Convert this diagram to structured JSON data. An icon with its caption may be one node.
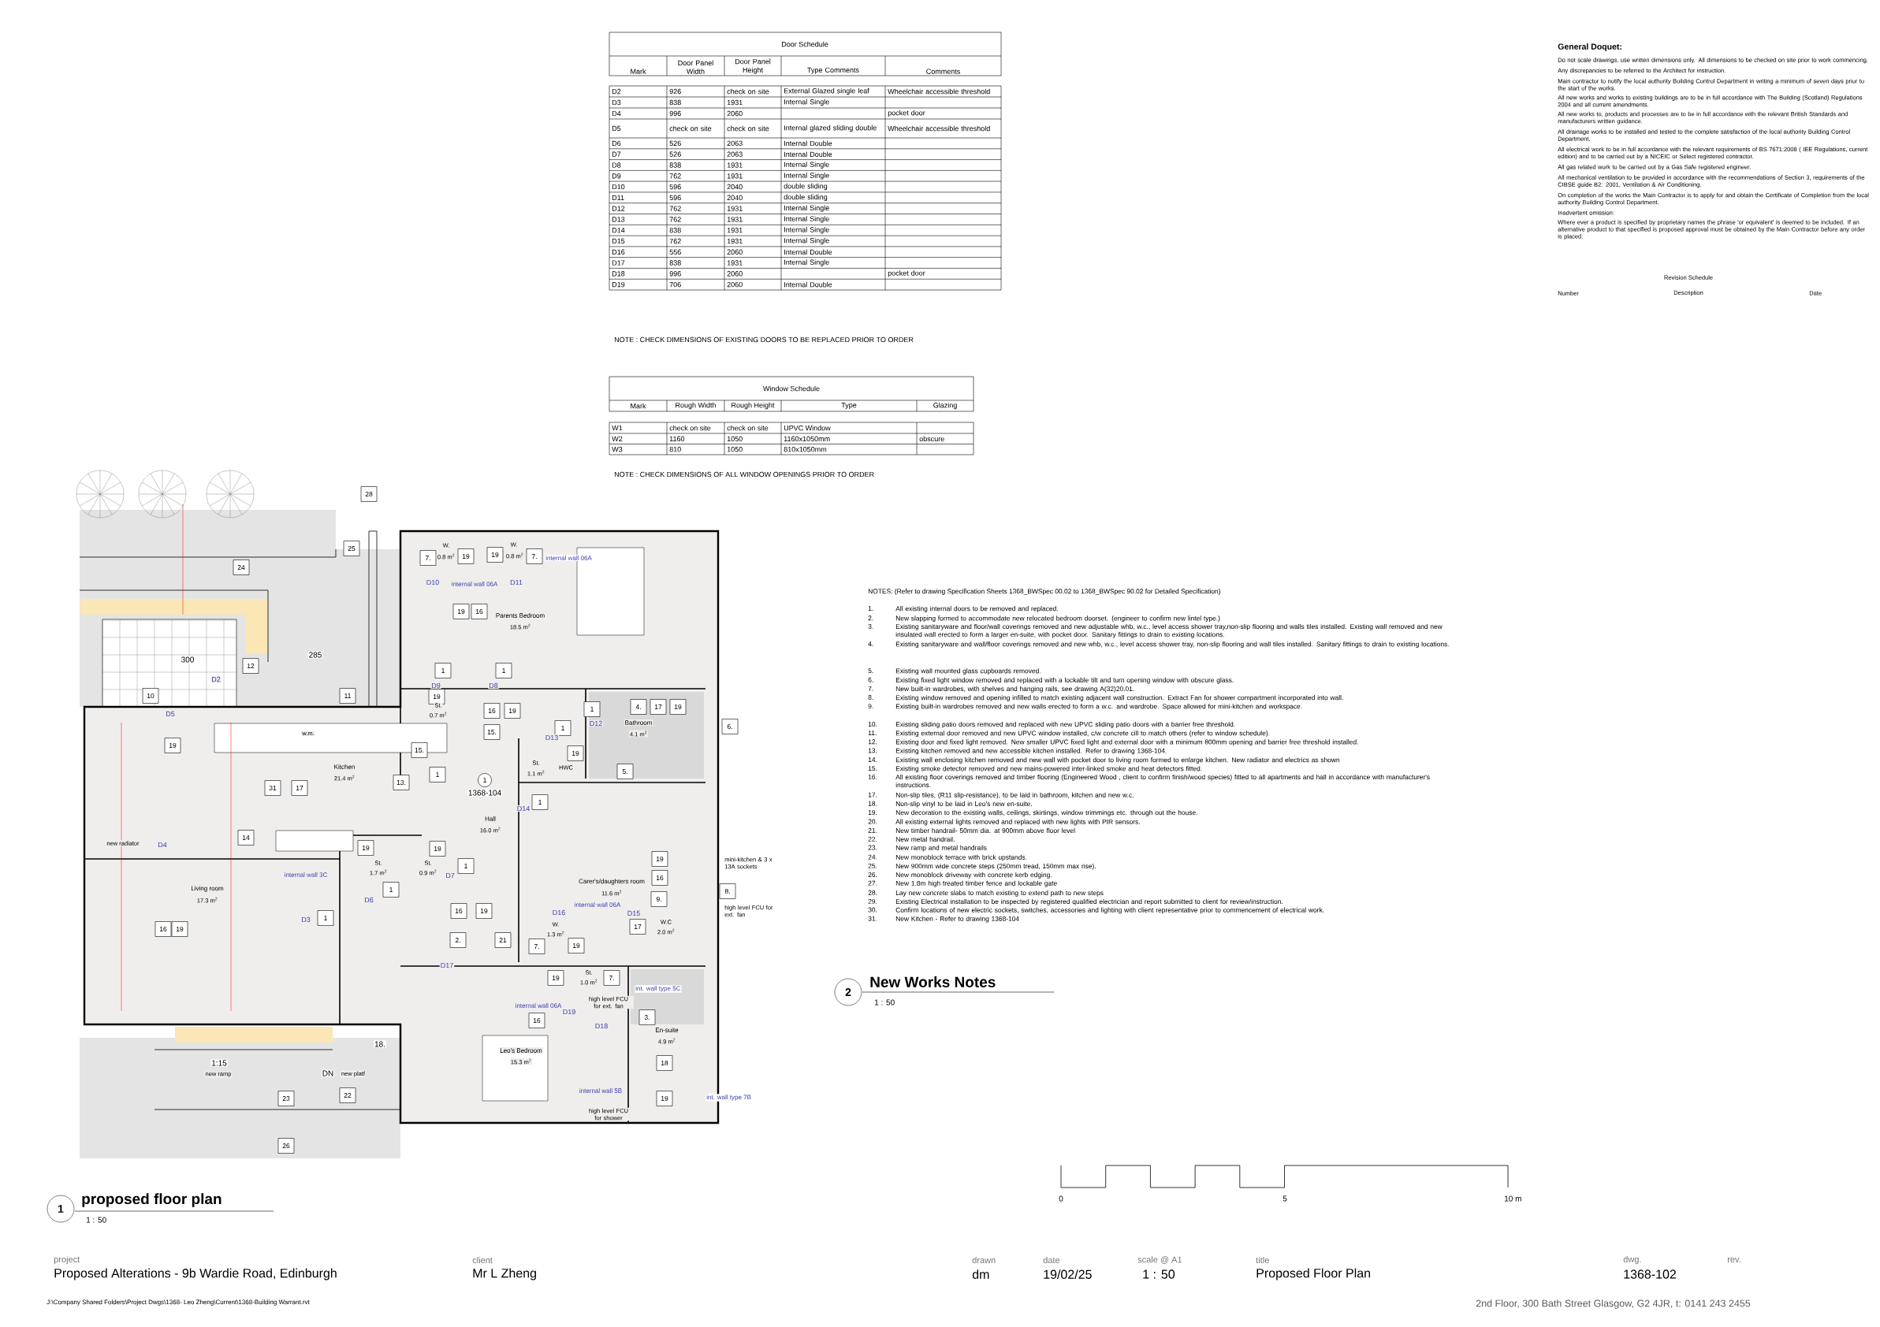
{
  "diagram": {
    "labels": [
      "Door Schedule",
      "Mark",
      "Door Panel Width",
      "Door Panel Height",
      "Type Comments",
      "Comments",
      "D2",
      "926",
      "check on site",
      "External Glazed single leaf",
      "Wheelchair accessible threshold",
      "D3",
      "838",
      "1931",
      "Internal Single",
      "D4",
      "996",
      "2060",
      "pocket door",
      "D5",
      "check on site",
      "check on site",
      "Internal glazed sliding double",
      "Wheelchair accessible threshold",
      "D6",
      "526",
      "2063",
      "Internal Double",
      "D7",
      "526",
      "2063",
      "Internal Double",
      "D8",
      "838",
      "1931",
      "Internal Single",
      "D9",
      "762",
      "1931",
      "Internal Single",
      "D10",
      "596",
      "2040",
      "double sliding",
      "D11",
      "596",
      "2040",
      "double sliding",
      "D12",
      "762",
      "1931",
      "Internal Single",
      "D13",
      "762",
      "1931",
      "Internal Single",
      "D14",
      "838",
      "1931",
      "Internal Single",
      "D15",
      "762",
      "1931",
      "Internal Single",
      "D16",
      "556",
      "2060",
      "Internal Double",
      "D17",
      "838",
      "1931",
      "Internal Single",
      "D18",
      "996",
      "2060",
      "pocket door",
      "D19",
      "706",
      "2060",
      "Internal Double",
      "NOTE : CHECK DIMENSIONS OF EXISTING DOORS TO BE REPLACED PRIOR TO ORDER",
      "Window Schedule",
      "Mark",
      "Rough Width",
      "Rough Height",
      "Type",
      "Glazing",
      "W1",
      "check on site",
      "check on site",
      "UPVC Window",
      "W2",
      "1160",
      "1050",
      "1160x1050mm",
      "obscure",
      "W3",
      "810",
      "1050",
      "810x1050mm",
      "NOTE : CHECK DIMENSIONS OF ALL WINDOW OPENINGS PRIOR TO ORDER",
      "General Doquet:",
      "Do not scale drawings, use written dimensions only. All dimensions to be checked on site prior to work commencing.",
      "Any discrepancies to be referred to the Architect for instruction.",
      "Main contractor to notify the local authority Building Control Department in writing a minimum of seven days prior to the start of the works.",
      "All new works and works to existing buildings are to be in full accordance with The Building (Scotland) Regulations 2004 and all current amendments.",
      "All new works to, products and processes are to be in full accordance with the relevant British Standards and manufacturers written guidance.",
      "All drainage works to be installed and tested to the complete satisfaction of the local authority Building Control Department.",
      "All electrical work to be in full accordance with the relevant requirements of BS 7671:2008 ( IEE Regulations, current edition) and to be carried out by a NICEIC or Select registered contractor.",
      "All gas related work to be carried out by a Gas Safe registered engineer.",
      "All mechanical ventilation to be provided in accordance with the recommendations of Section 3, requirements of the CIBSE guide B2: 2001, Ventilation & Air Conditioning.",
      "On completion of the works the Main Contractor is to apply for and obtain the Certificate of Completion from the local authority Building Control Department.",
      "Inadvertent omission:",
      "Where ever a product is specified by proprietary names the phrase 'or equivalent' is deemed to be included. If an alternative product to that specified is proposed approval must be obtained by the Main Contractor before any order is placed.",
      "Revision Schedule",
      "Number",
      "Description",
      "Date",
      "NOTES:  (Refer to drawing Specification Sheets 1368_BWSpec 00.02  to 1368_BWSpec 90.02 for Detailed Specification)",
      "1.",
      "All existing internal doors to be removed and replaced.",
      "2.",
      "New slapping formed to accommodate new relocated bedroom doorset. (engineer to confirm new lintel type.)",
      "3.",
      "Existing sanitaryware and floor/wall coverings removed and new adjustable whb, w.c., level access shower tray,non-slip flooring and walls tiles installed. Existing wall removed and new insulated wall erected to form a larger en-suite, with pocket door. Sanitary fittings to drain to existing locations.",
      "4.",
      "Existing sanitaryware and wall/floor coverings removed and new whb, w.c., level access shower tray, non-slip flooring and wall tiles installed. Sanitary fittings to drain to existing locations.",
      "5.",
      "Existing wall mounted glass cupboards removed.",
      "6.",
      "Existing fixed light window removed and replaced with a lockable tilt and turn opening window with obscure glass.",
      "7.",
      "New built-in wardrobes, with shelves and hanging rails, see drawing A(32)20.01.",
      "8.",
      "Existing window removed and opening infilled to match existing adjacent wall construction. Extract Fan for shower compartment incorporated into wall.",
      "9.",
      "Existing built-in wardrobes removed and new walls erected to form a w.c. and wardrobe. Space allowed for mini-kitchen and workspace.",
      "10.",
      "Existing sliding patio doors removed and replaced with new UPVC sliding patio doors with a barrier free threshold.",
      "11.",
      "Existing external door removed and new UPVC window installed, c/w concrete cill to match others (refer to window schedule).",
      "12.",
      "Existing door and fixed light removed. New smaller UPVC fixed light and external door with a minimum 800mm opening and barrier free threshold installed.",
      "13.",
      "Existing kitchen removed and new accessible kitchen installed. Refer to drawing 1368-104.",
      "14.",
      "Existing wall enclosing kitchen removed and new wall with pocket door to living room formed to enlarge kitchen. New radiator and electrics as shown",
      "15.",
      "Existing smoke detector removed and new mains-powered inter-linked smoke and heat detectors fitted.",
      "16.",
      "All existing floor coverings removed and timber flooring (Engineered Wood , client to confirm finish/wood species) fitted to all apartments and hall in accordance with manufacturer's instructions.",
      "17.",
      "Non-slip tiles, (R11 slip-resistance), to be laid in bathroom, kitchen and new w.c.",
      "18.",
      "Non-slip vinyl to be laid in Leo's new en-suite.",
      "19.",
      "New decoration to the existing walls, ceilings, skirtings, window trimmings etc. through out the house.",
      "20.",
      "All existing external lights removed and replaced with new lights with PIR sensors.",
      "21.",
      "New timber handrail- 50mm dia. at 900mm above floor level",
      "22.",
      "New metal handrail.",
      "23.",
      "New ramp and metal handrails",
      "24.",
      "New monoblock terrace with brick upstands.",
      "25.",
      "New 900mm wide concrete steps (250mm tread, 150mm max rise).",
      "26.",
      "New monoblock driveway with concrete kerb edging.",
      "27.",
      "New 1.8m high treated timber fence and lockable gate",
      "28.",
      "Lay new concrete slabs to match existing to extend path to new steps",
      "29.",
      "Existing Electrical installation to be inspected by registered qualified electrician and report submitted to client for review/instruction.",
      "30.",
      "Confirm locations of new electric sockets, switches, accessories and lighting with client representative prior to commencement of electrical work.",
      "31.",
      "New Kitchen - Refer to drawing 1368-104",
      "2",
      "New Works Notes",
      "1 : 50",
      "0",
      "5",
      "10 m",
      "28",
      "25",
      "24",
      "300",
      "12",
      "285",
      "D2",
      "10",
      "11",
      "D5",
      "7.",
      "W.",
      "0.8 m$^{2}$",
      "19",
      "19",
      "W.",
      "0.8 m$^{2}$",
      "7.",
      "internal wall 06A",
      "D10",
      "internal wall 06A",
      "D11",
      "19",
      "16",
      "Parents Bedroom",
      "18.5 m$^{2}$",
      "1",
      "1",
      "D9",
      "D8",
      "19",
      "St.",
      "0.7 m$^{2}$",
      "16",
      "19",
      "15.",
      "1",
      "D12",
      "4.",
      "17",
      "19",
      "6.",
      "Bathroom",
      "4.1 m$^{2}$",
      "1",
      "D13",
      "19",
      "St.",
      "1.1 m$^{2}$",
      "HWC",
      "5.",
      "19",
      "w.m.",
      "15.",
      "Kitchen",
      "21.4 m$^{2}$",
      "13.",
      "1",
      "31",
      "17",
      "1",
      "1368-104",
      "D14",
      "1",
      "Hall",
      "16.0 m$^{2}$",
      "new radiator",
      "D4",
      "14",
      "19",
      "19",
      "internal wall 3C",
      "St.",
      "1.7 m$^{2}$",
      "St.",
      "0.9 m$^{2}$",
      "D7",
      "1",
      "19",
      "mini-kitchen & 3 x 13A sockets",
      "Living room",
      "17.3 m$^{2}$",
      "D6",
      "1",
      "Carer's/daughters room",
      "11.6 m$^{2}$",
      "9.",
      "16",
      "8.",
      "D3",
      "1",
      "16",
      "19",
      "D16",
      "internal wall 06A",
      "D15",
      "high level FCU for ext. fan",
      "16",
      "19",
      "W.",
      "1.3 m$^{2}$",
      "17",
      "W.C",
      "2.0 m$^{2}$",
      "2.",
      "21",
      "7.",
      "19",
      "D17",
      "19",
      "St.",
      "1.0 m$^{2}$",
      "7.",
      "int. wall type 5C",
      "internal wall 06A",
      "D19",
      "high level FCU for ext. fan",
      "16",
      "D18",
      "3.",
      "18.",
      "En-suite",
      "4.9 m$^{2}$",
      "1:15",
      "Leo's Bedroom",
      "15.3 m$^{2}$",
      "18",
      "new ramp",
      "DN",
      "new platf",
      "23",
      "22",
      "internal wall 5B",
      "19",
      "int. wall type 7B",
      "high level FCU for shower",
      "26",
      "1",
      "proposed floor plan",
      "1 : 50",
      "project",
      "Proposed Alterations - 9b Wardie Road, Edinburgh",
      "client",
      "Mr L Zheng",
      "drawn",
      "dm",
      "date",
      "19/02/25",
      "scale @ A1",
      "1 : 50",
      "title",
      "Proposed Floor Plan",
      "dwg.",
      "1368-102",
      "rev.",
      "J:\\Company Shared Folders\\Project Dwgs\\1368- Leo Zheng\\Current\\1368-Building Warrant.rvt",
      "2nd Floor, 300 Bath Street Glasgow, G2 4JR, t: 0141 243 2455"
    ]
  }
}
